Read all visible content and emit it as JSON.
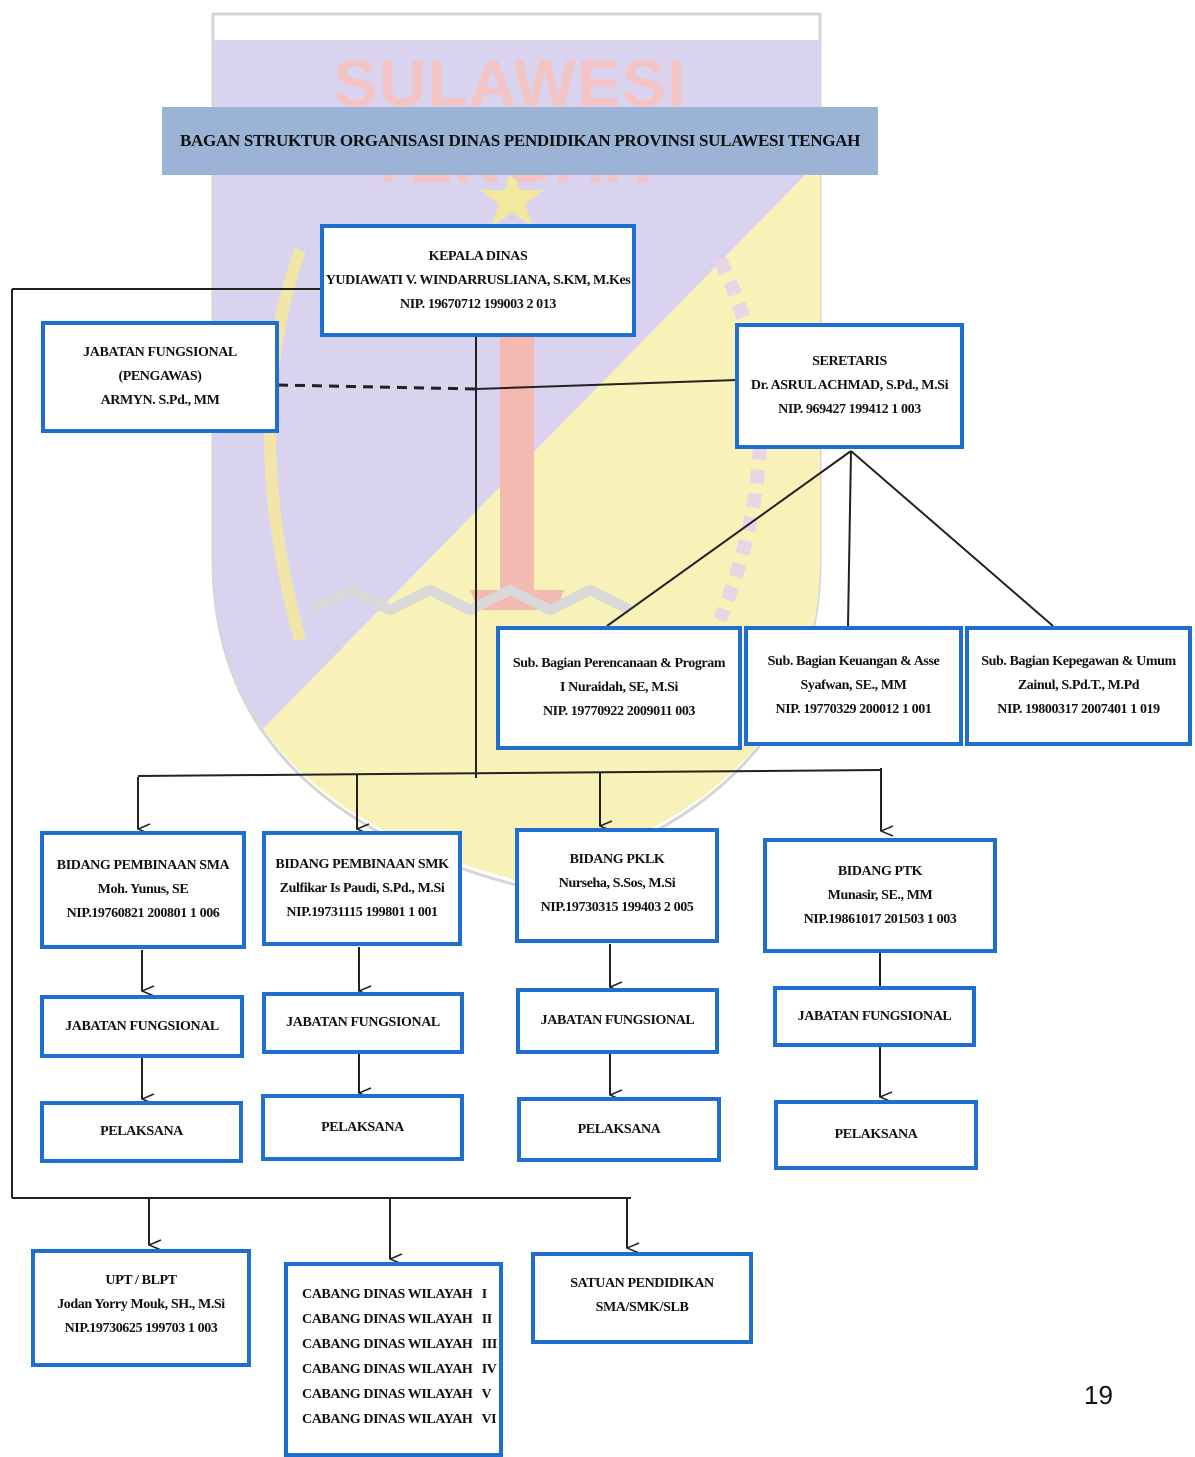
{
  "watermark": {
    "text": "SULAWESI TENGAH"
  },
  "title": "BAGAN STRUKTUR ORGANISASI DINAS PENDIDIKAN PROVINSI SULAWESI TENGAH",
  "kepala_dinas": {
    "role": "KEPALA DINAS",
    "name": "YUDIAWATI V. WINDARRUSLIANA, S.KM, M.Kes",
    "nip": "NIP. 19670712 199003 2 013"
  },
  "jabatan_fungsional_pengawas": {
    "role": "JABATAN FUNGSIONAL",
    "sub": "(PENGAWAS)",
    "name": "ARMYN. S.Pd., MM"
  },
  "sekretaris": {
    "role": "SERETARIS",
    "name": "Dr. ASRUL ACHMAD, S.Pd., M.Si",
    "nip": "NIP. 969427 199412 1 003"
  },
  "sub_bagian": [
    {
      "role": "Sub. Bagian Perencanaan & Program",
      "name": "I Nuraidah, SE, M.Si",
      "nip": "NIP. 19770922 2009011 003"
    },
    {
      "role": "Sub. Bagian Keuangan & Asse",
      "name": "Syafwan, SE., MM",
      "nip": "NIP. 19770329 200012 1 001"
    },
    {
      "role": "Sub. Bagian Kepegawan & Umum",
      "name": "Zainul, S.Pd.T., M.Pd",
      "nip": "NIP. 19800317 2007401 1 019"
    }
  ],
  "bidang": [
    {
      "role": "BIDANG PEMBINAAN SMA",
      "name": "Moh. Yunus, SE",
      "nip": "NIP.19760821 200801 1 006"
    },
    {
      "role": "BIDANG PEMBINAAN SMK",
      "name": "Zulfikar Is Paudi, S.Pd., M.Si",
      "nip": "NIP.19731115 199801 1 001"
    },
    {
      "role": "BIDANG PKLK",
      "name": "Nurseha, S.Sos, M.Si",
      "nip": "NIP.19730315 199403 2 005"
    },
    {
      "role": "BIDANG PTK",
      "name": "Munasir, SE., MM",
      "nip": "NIP.19861017 201503 1 003"
    }
  ],
  "jabatan_fungsional_label": "JABATAN FUNGSIONAL",
  "pelaksana_label": "PELAKSANA",
  "upt": {
    "role": "UPT / BLPT",
    "name": "Jodan Yorry Mouk, SH., M.Si",
    "nip": "NIP.19730625 199703 1 003"
  },
  "cabang_dinas": [
    "CABANG DINAS WILAYAH   I",
    "CABANG DINAS WILAYAH   II",
    "CABANG DINAS WILAYAH   III",
    "CABANG DINAS WILAYAH   IV",
    "CABANG DINAS WILAYAH   V",
    "CABANG DINAS WILAYAH   VI"
  ],
  "satuan_pendidikan": {
    "line1": "SATUAN PENDIDIKAN",
    "line2": "SMA/SMK/SLB"
  },
  "page_number": "19",
  "colors": {
    "box_border": "#1e6fd0",
    "banner": "#9bb3d4",
    "watermark_text": "#f4c3c3",
    "emblem_purple": "#d9d3f0",
    "emblem_yellow": "#f8f2b8"
  }
}
